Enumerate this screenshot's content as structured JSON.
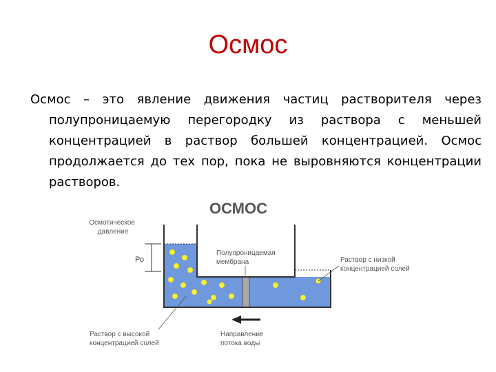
{
  "slide": {
    "title": "Осмос",
    "definition": "Осмос – это явление движения частиц растворителя через полупроницаемую перегородку из раствора с меньшей концентрацией в раствор большей концентрацией. Осмос продолжается до тех пор, пока не выровняются концентрации растворов."
  },
  "diagram": {
    "heading": "ОСМОС",
    "label_pressure_line1": "Осмотическое",
    "label_pressure_line2": "давление",
    "symbol_p": "Ро",
    "label_membrane_line1": "Полупроницаемая",
    "label_membrane_line2": "мембрана",
    "label_low_line1": "Раствор с низкой",
    "label_low_line2": "концентрацией солей",
    "label_high_line1": "Раствор с высокой",
    "label_high_line2": "концентрацией солей",
    "label_flow_line1": "Направление",
    "label_flow_line2": "потока воды",
    "colors": {
      "water": "#6f98dd",
      "particle": "#f5f03a",
      "membrane": "#a9a9a9",
      "title_red": "#c00000"
    }
  }
}
